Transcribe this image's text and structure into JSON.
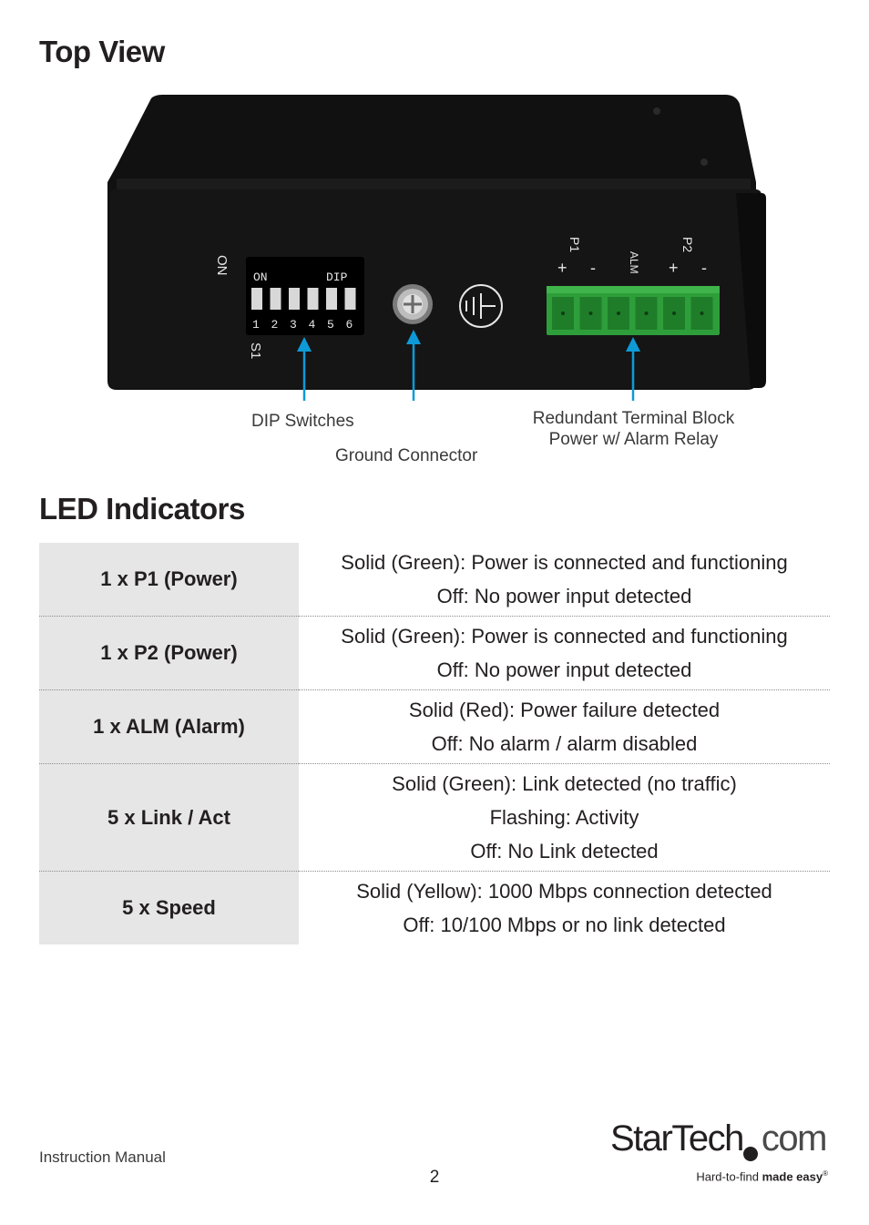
{
  "titles": {
    "top_view": "Top View",
    "led_indicators": "LED Indicators"
  },
  "device": {
    "switch_on_label": "ON",
    "dip_on": "ON",
    "dip_brand": "DIP",
    "dip_numbers": [
      "1",
      "2",
      "3",
      "4",
      "5",
      "6"
    ],
    "s1_label": "S1",
    "terminal_labels": {
      "p1": "P1",
      "alm": "ALM",
      "p2": "P2",
      "plus": "+",
      "minus": "-"
    },
    "colors": {
      "chassis": "#141414",
      "terminal_block": "#2e9e3a",
      "arrow": "#0e9ad7"
    }
  },
  "callouts": {
    "dip_switches": "DIP Switches",
    "ground_connector": "Ground Connector",
    "terminal_line1": "Redundant Terminal Block",
    "terminal_line2": "Power w/ Alarm Relay"
  },
  "led_table": [
    {
      "label": "1 x P1 (Power)",
      "lines": [
        "Solid (Green): Power is connected and functioning",
        "Off: No power input detected"
      ]
    },
    {
      "label": "1 x P2 (Power)",
      "lines": [
        "Solid (Green): Power is connected and functioning",
        "Off: No power input detected"
      ]
    },
    {
      "label": "1 x ALM (Alarm)",
      "lines": [
        "Solid (Red): Power failure detected",
        "Off: No alarm / alarm disabled"
      ]
    },
    {
      "label": "5 x Link / Act",
      "lines": [
        "Solid (Green): Link detected (no traffic)",
        "Flashing: Activity",
        "Off: No Link detected"
      ]
    },
    {
      "label": "5 x Speed",
      "lines": [
        "Solid (Yellow): 1000 Mbps connection detected",
        "Off: 10/100 Mbps or no link detected"
      ]
    }
  ],
  "footer": {
    "manual": "Instruction Manual",
    "page": "2",
    "logo_word_a": "StarTech",
    "logo_word_b": "com",
    "tagline_a": "Hard-to-find ",
    "tagline_b": "made easy",
    "tagline_mark": "®"
  }
}
